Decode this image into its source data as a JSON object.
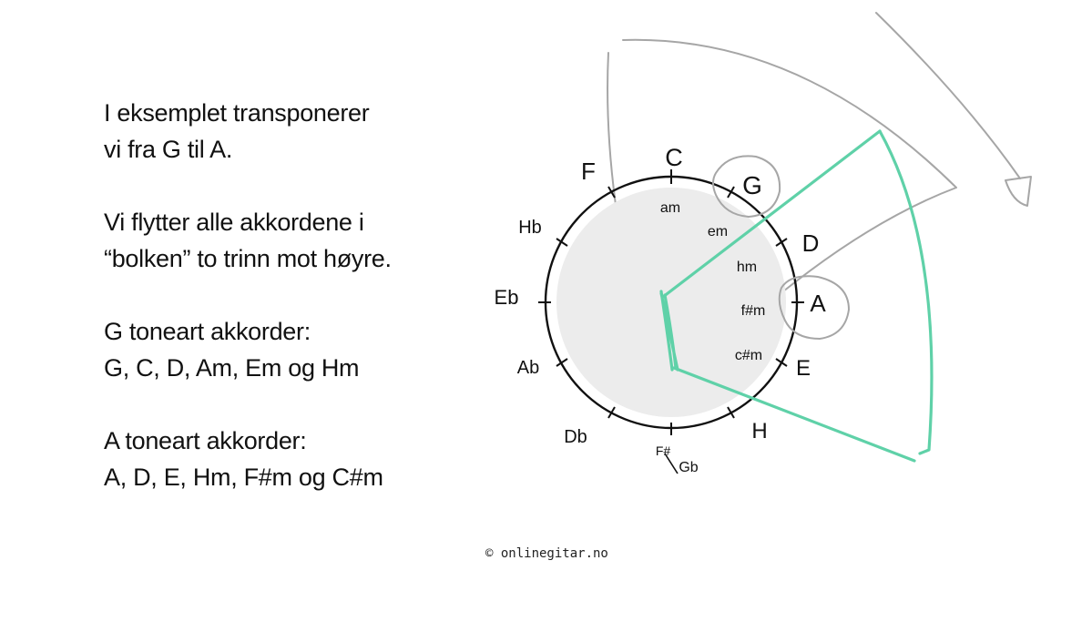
{
  "intro": {
    "lines": [
      "I eksemplet transponerer",
      "vi fra G til A."
    ]
  },
  "instruction": {
    "lines": [
      "Vi flytter alle akkordene i",
      "“bolken” to trinn mot høyre."
    ]
  },
  "g_key": {
    "heading": "G toneart akkorder:",
    "chords": "G, C, D, Am, Em og Hm"
  },
  "a_key": {
    "heading": "A toneart akkorder:",
    "chords": "A, D, E, Hm, F#m og C#m"
  },
  "circle": {
    "notes": [
      "C",
      "G",
      "D",
      "A",
      "E",
      "H",
      "F#/Gb",
      "Db",
      "Ab",
      "Eb",
      "Hb",
      "F"
    ],
    "fs_top": "F#",
    "fs_bottom": "Gb",
    "minor_chords": [
      "am",
      "em",
      "hm",
      "f#m",
      "c#m"
    ],
    "highlight_color": "#5fd1a8",
    "sketch_color": "#a6a6a6",
    "inner_fill": "#ececec"
  },
  "footer": {
    "copyright": "© onlinegitar.no"
  }
}
